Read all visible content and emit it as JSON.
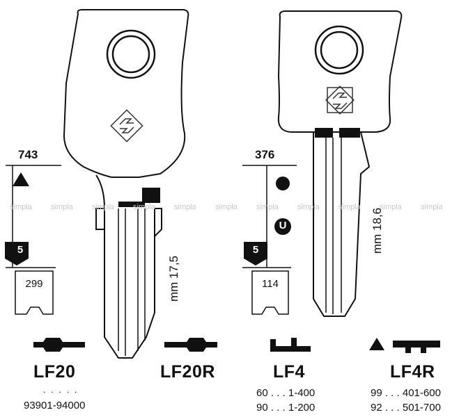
{
  "watermark": {
    "text": "simpla",
    "positions_count": 11
  },
  "left_group": {
    "code": "743",
    "shape_icon": "triangle-icon",
    "badge": "5",
    "box_value": "299",
    "length_text": "mm 17,5",
    "models": [
      {
        "name": "LF20",
        "lines": [
          ". . . . .",
          "93901-94000"
        ]
      },
      {
        "name": "LF20R",
        "lines": []
      }
    ]
  },
  "right_group": {
    "code": "376",
    "shape_icon": "circle-icon",
    "circle_letter": "U",
    "badge": "5",
    "box_value": "114",
    "length_text": "mm 18,6",
    "models": [
      {
        "name": "LF4",
        "lines": [
          "60 . . . 1-400",
          "90 . . . 1-200"
        ]
      },
      {
        "name": "LF4R",
        "lines": [
          "99 . . . 401-600",
          "92 . . . 501-700"
        ]
      }
    ]
  },
  "colors": {
    "ink": "#111111",
    "watermark": "#c8c8c8",
    "paper": "#ffffff"
  }
}
